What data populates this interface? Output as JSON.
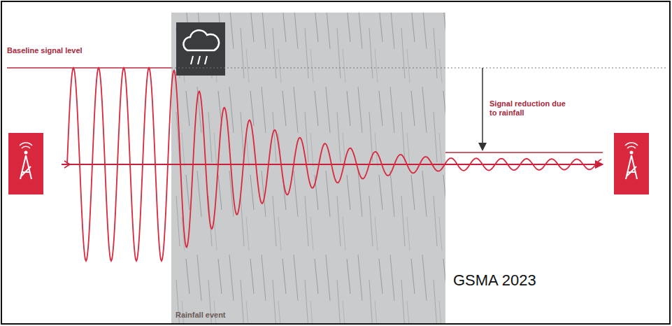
{
  "diagram": {
    "nodes": [
      {
        "text": [
          "Rainfall event"
        ]
      }
    ],
    "labels": [
      "Baseline signal level",
      "Signal reduction due to rainfall",
      "GSMA 2023"
    ]
  }
}
